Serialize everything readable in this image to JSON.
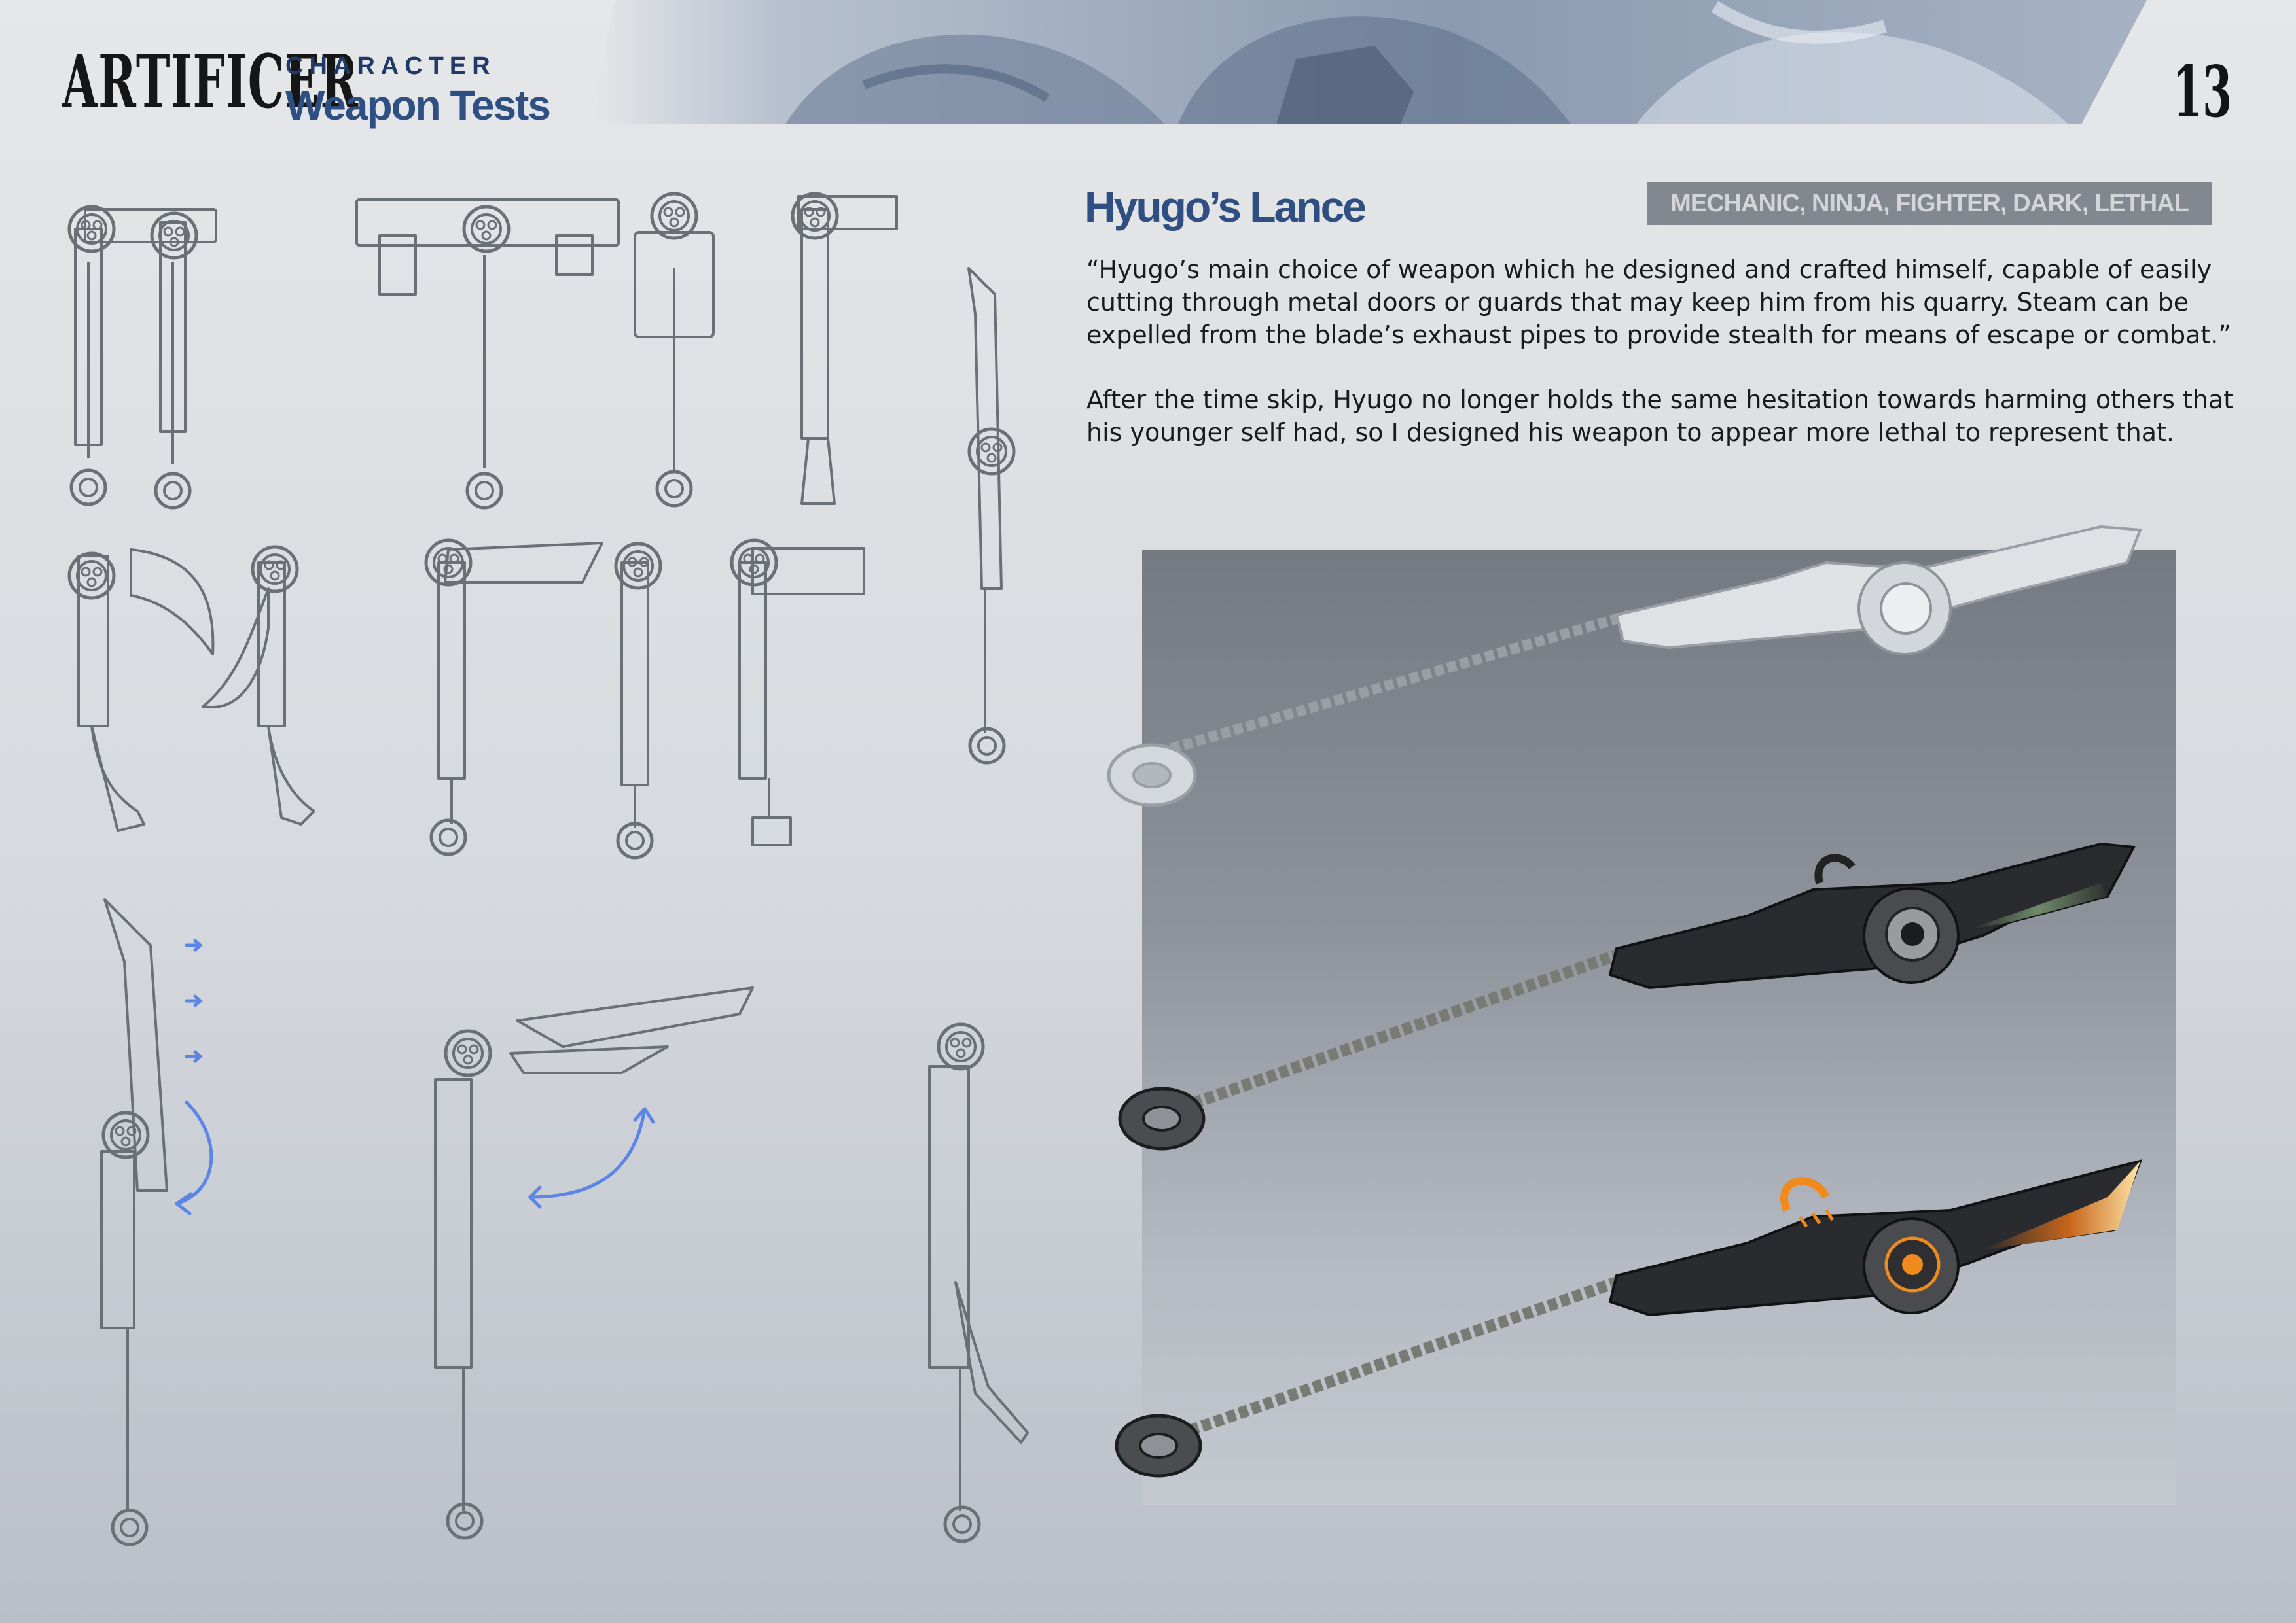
{
  "header": {
    "logo": "ARTIFICER",
    "section": "CHARACTER",
    "subtitle": "Weapon Tests",
    "page_number": "13"
  },
  "weapon": {
    "title": "Hyugo’s Lance",
    "tags": "MECHANIC, NINJA, FIGHTER, DARK, LETHAL",
    "quote": "“Hyugo’s main choice of weapon which he designed and crafted himself, capable of easily cutting through metal doors or guards that may keep him from his quarry. Steam can be expelled from the blade’s exhaust pipes to provide stealth for means of escape or combat.”",
    "note": "After the time skip, Hyugo no longer holds the same hesitation towards harming others that his younger self had, so I designed his weapon to appear more lethal to represent that."
  },
  "renders": [
    {
      "variant": "untextured",
      "colors": {
        "body": "#dfe1e4",
        "edge": "#9a9ea5"
      }
    },
    {
      "variant": "dark",
      "colors": {
        "body": "#2a2b2e",
        "edge": "#111214",
        "blade": "#6f8a6a"
      }
    },
    {
      "variant": "dark-orange",
      "colors": {
        "body": "#2a2b2e",
        "edge": "#111214",
        "glow": "#f08a1c"
      }
    }
  ],
  "colors": {
    "accent": "#2f4f82",
    "tag_bg": "#838790",
    "arrow": "#5b86e8",
    "sketch_line": "#6b6f76"
  }
}
